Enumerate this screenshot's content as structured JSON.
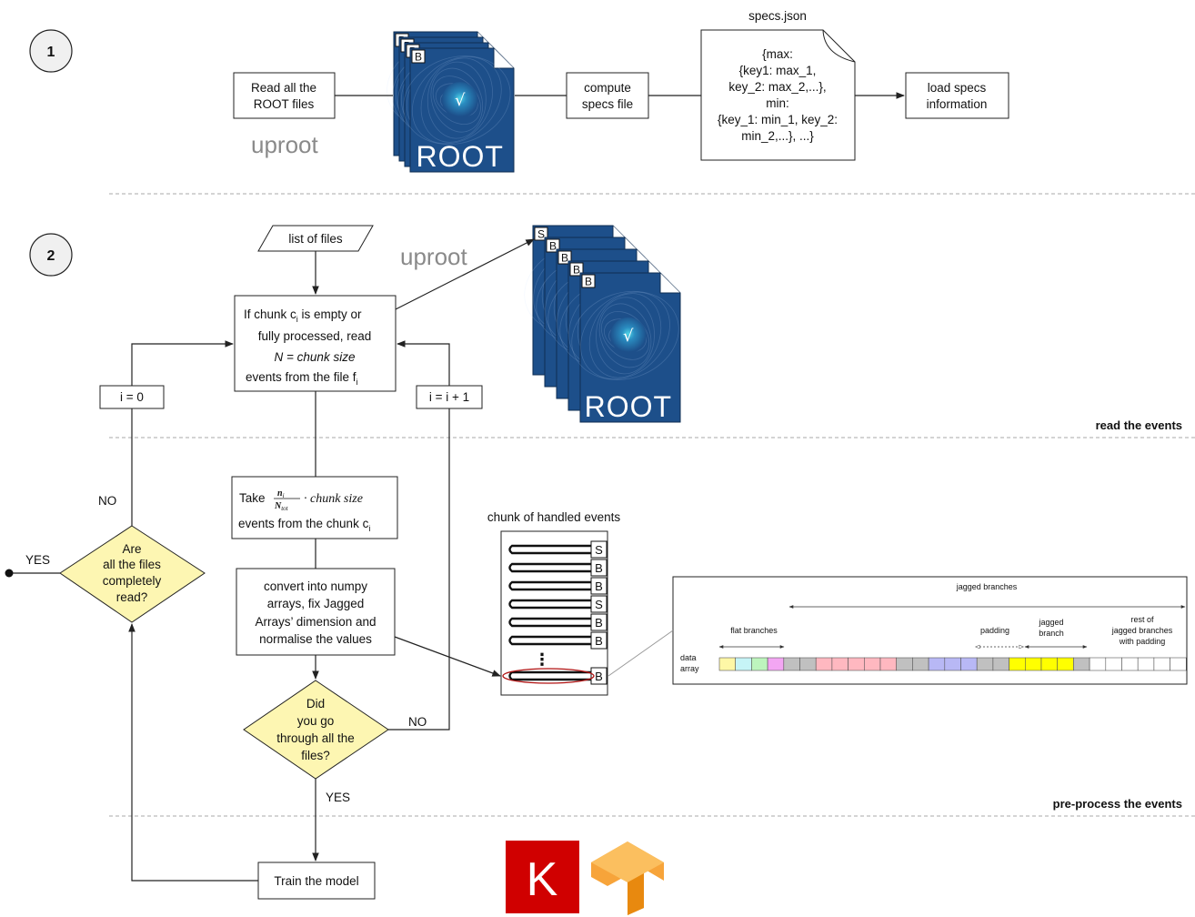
{
  "steps": {
    "one": "1",
    "two": "2"
  },
  "section1": {
    "read_files": [
      "Read all the",
      "ROOT files"
    ],
    "uproot_logo": "uproot",
    "root_logo": "ROOT",
    "root_file_tags": [
      "B",
      "B",
      "B",
      "B"
    ],
    "compute_specs": [
      "compute",
      "specs file"
    ],
    "specs_title": "specs.json",
    "specs_content": [
      "{max:",
      "{key1: max_1,",
      "key_2: max_2,...},",
      "min:",
      "{key_1: min_1, key_2:",
      "min_2,...}, ...}"
    ],
    "load_specs": [
      "load specs",
      "information"
    ]
  },
  "section2": {
    "list_of_files": "list of files",
    "uproot_logo": "uproot",
    "chunk_read": {
      "line1": "If chunk c",
      "line1_sub": "i",
      "line1_end": " is empty or",
      "line2": "fully processed, read",
      "line3": "N = chunk size",
      "line4": "events from the file f",
      "line4_sub": "i"
    },
    "root_files": {
      "tags": [
        "S",
        "B",
        "B",
        "B",
        "B"
      ],
      "logo": "ROOT"
    },
    "i_zero": "i = 0",
    "i_incr": "i = i + 1",
    "read_events_label": "read the events",
    "no_left": "NO",
    "yes_left": "YES",
    "decision_all_read": [
      "Are",
      "all the files",
      "completely",
      "read?"
    ],
    "take_events": {
      "take": "Take",
      "num": "n",
      "num_sub": "i",
      "den": "N",
      "den_sub": "tot",
      "rest": "· chunk size",
      "line2": "events from the chunk c",
      "line2_sub": "i"
    },
    "convert": [
      "convert into numpy",
      "arrays, fix Jagged",
      "Arrays’ dimension and",
      "normalise the values"
    ],
    "decision_through": [
      "Did",
      "you go",
      "through all the",
      "files?"
    ],
    "no_right": "NO",
    "yes_bottom": "YES",
    "chunk_title": "chunk of handled events",
    "chunk_tags": [
      "S",
      "B",
      "B",
      "S",
      "B",
      "B",
      "B"
    ],
    "chunk_ellipsis": "⋮",
    "array_panel": {
      "jagged_branches": "jagged branches",
      "flat_branches": "flat branches",
      "padding": "padding",
      "jagged_branch": [
        "jagged",
        "branch"
      ],
      "rest": [
        "rest of",
        "jagged branches",
        "with padding"
      ],
      "data_array": [
        "data",
        "array"
      ]
    },
    "preprocess_label": "pre-process the events",
    "train": "Train the model",
    "keras_logo": "K"
  },
  "colors": {
    "decision_fill": "#fdf6b2",
    "root_blue": "#1d4f8a",
    "keras_red": "#d00000",
    "tf_orange": "#f7a43a",
    "uproot_gray": "#8a8a8a"
  },
  "array_cells": [
    "#fef7a6",
    "#c6f4f7",
    "#bdf5bd",
    "#f3a6f3",
    "#c0c0c0",
    "#c0c0c0",
    "#ffb8c0",
    "#ffb8c0",
    "#ffb8c0",
    "#ffb8c0",
    "#ffb8c0",
    "#c0c0c0",
    "#c0c0c0",
    "#b8b8f5",
    "#b8b8f5",
    "#b8b8f5",
    "#c0c0c0",
    "#c0c0c0",
    "#ffff00",
    "#ffff00",
    "#ffff00",
    "#ffff00",
    "#c0c0c0",
    "#ffffff",
    "#ffffff",
    "#ffffff",
    "#ffffff",
    "#ffffff",
    "#ffffff"
  ]
}
